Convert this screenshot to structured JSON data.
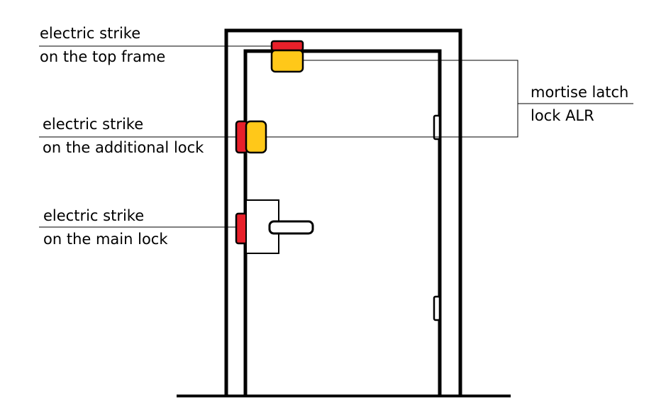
{
  "labels": {
    "top_frame_strike": {
      "line1": "electric strike",
      "line2": "on the top frame"
    },
    "additional_lock_strike": {
      "line1": "electric strike",
      "line2": "on the additional lock"
    },
    "main_lock_strike": {
      "line1": "electric strike",
      "line2": "on the main lock"
    },
    "mortise_latch": {
      "line1": "mortise latch",
      "line2": "lock ALR"
    }
  },
  "colors": {
    "outline": "#000000",
    "strike_red": "#e8202a",
    "latch_yellow": "#ffc819",
    "background": "#ffffff"
  }
}
